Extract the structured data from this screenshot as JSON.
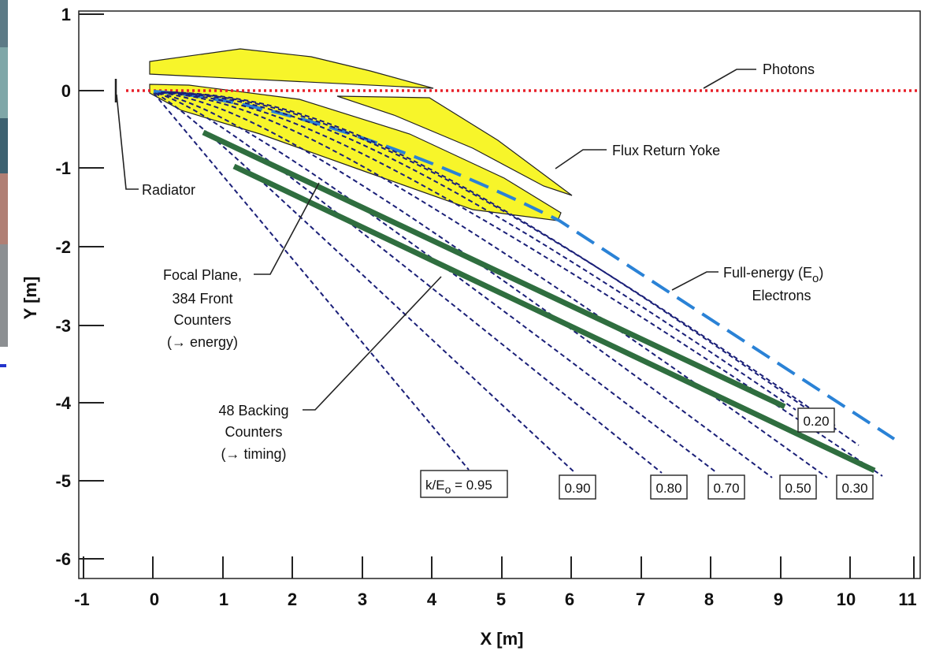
{
  "axes": {
    "x_title": "X [m]",
    "y_title": "Y [m]",
    "x_ticks": [
      "-1",
      "0",
      "1",
      "2",
      "3",
      "4",
      "5",
      "6",
      "7",
      "8",
      "9",
      "10",
      "11"
    ],
    "y_ticks": [
      "1",
      "0",
      "-1",
      "-2",
      "-3",
      "-4",
      "-5",
      "-6"
    ],
    "xlim": [
      -1,
      11
    ],
    "ylim": [
      -6.3,
      1
    ]
  },
  "annotations": {
    "photons": "Photons",
    "flux_return_yoke": "Flux Return Yoke",
    "radiator": "Radiator",
    "full_energy_1": "Full-energy (E",
    "full_energy_sub": "o",
    "full_energy_2": ")",
    "electrons": "Electrons",
    "focal_plane_1": "Focal Plane,",
    "focal_plane_2": "384 Front",
    "focal_plane_3": "Counters",
    "focal_plane_4": "(→ energy)",
    "backing_1": "48 Backing",
    "backing_2": "Counters",
    "backing_3": "(→ timing)"
  },
  "ratio_labels": {
    "k_prefix": "k/E",
    "k_sub": "o",
    "k_suffix": " = 0.95",
    "r090": "0.90",
    "r080": "0.80",
    "r070": "0.70",
    "r050": "0.50",
    "r030": "0.30",
    "r020": "0.20"
  },
  "colors": {
    "photon_line": "#e8202a",
    "magnet_fill": "#f7f52a",
    "electron_dash": "#2a82d6",
    "ray_dash": "#1a1f78",
    "counters": "#2f6e3f"
  }
}
